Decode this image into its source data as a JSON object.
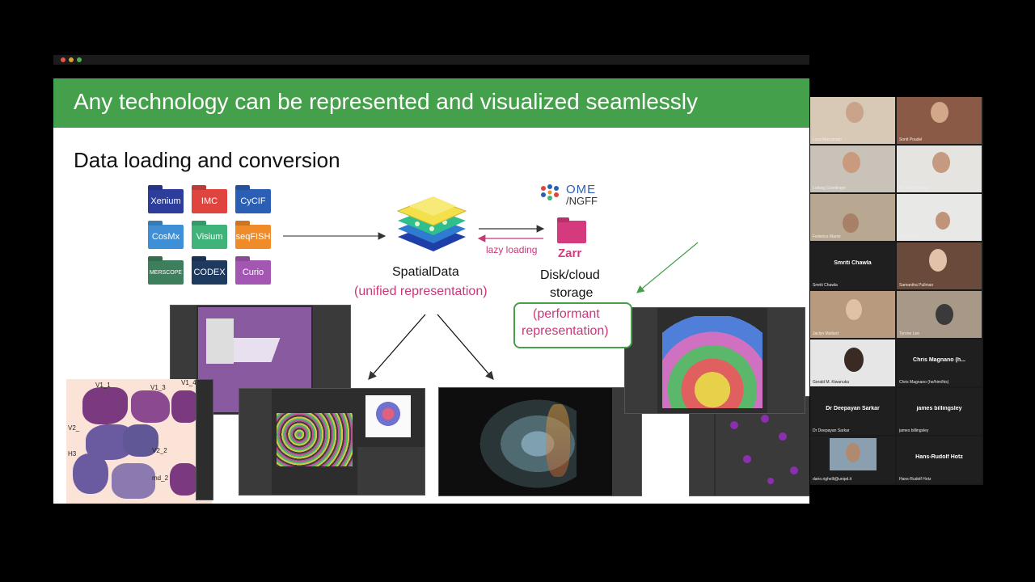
{
  "slide": {
    "title": "Any technology can be represented and visualized seamlessly",
    "section": "Data loading and conversion",
    "technologies": [
      {
        "label": "Xenium",
        "color": "#2c3d9c"
      },
      {
        "label": "IMC",
        "color": "#e0443f"
      },
      {
        "label": "CyCIF",
        "color": "#2b5fb5"
      },
      {
        "label": "CosMx",
        "color": "#3f8fd6"
      },
      {
        "label": "Visium",
        "color": "#3fb47a"
      },
      {
        "label": "seqFISH",
        "color": "#f08b2a"
      },
      {
        "label": "MERSCOPE",
        "color": "#3d7f5c"
      },
      {
        "label": "CODEX",
        "color": "#1e3a5f"
      },
      {
        "label": "Curio",
        "color": "#a357b3"
      }
    ],
    "spatialdata_label": "SpatialData",
    "spatialdata_sub": "(unified representation)",
    "lazy_loading": "lazy loading",
    "ome_top": "OME",
    "ome_bottom": "/NGFF",
    "zarr_label": "Zarr",
    "storage_line1": "Disk/cloud",
    "storage_line2": "storage",
    "performant_line1": "(performant",
    "performant_line2": "representation)",
    "section_labels": [
      "V1_1",
      "V1_3",
      "V1_4",
      "V2_",
      "V2_2",
      "H3",
      "md_2"
    ],
    "accent_colors": {
      "green": "#44a04a",
      "magenta": "#c73878"
    }
  },
  "participants": [
    {
      "name": "Luca Marconato"
    },
    {
      "name": "Sonit Poudel"
    },
    {
      "name": "Ludwig Geistlinger"
    },
    {
      "name": "Mr. Jason Payne"
    },
    {
      "name": "Federico Marini"
    },
    {
      "name": "Kevin Rue"
    },
    {
      "name": "Smriti Chawla",
      "display": "Smriti Chawla"
    },
    {
      "name": "Samantha Pullman"
    },
    {
      "name": "Jaclyn Mallard"
    },
    {
      "name": "Tyrone Lee"
    },
    {
      "name": "Gerald M. Kiwanuka"
    },
    {
      "name": "Chris Magnano (he/him/his)",
      "display": "Chris Magnano  (h..."
    },
    {
      "name": "Dr Deepayan Sarkar",
      "display": "Dr Deepayan Sarkar"
    },
    {
      "name": "james billingsley",
      "display": "james billingsley"
    },
    {
      "name": "dario.righelli@unipd.it"
    },
    {
      "name": "Hans-Rudolf Hotz",
      "display": "Hans-Rudolf Hotz"
    }
  ]
}
